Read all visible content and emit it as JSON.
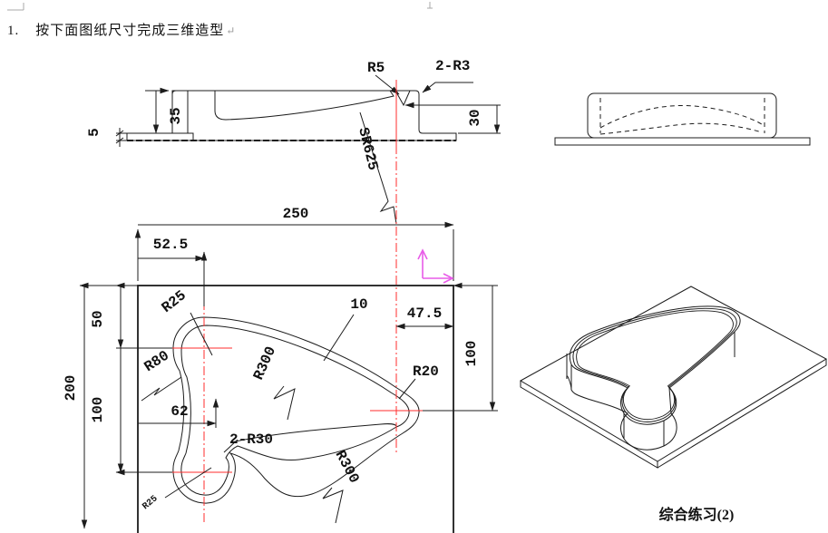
{
  "colors": {
    "line": "#1c1c1c",
    "red": "#ff2d2d",
    "magenta": "#e85ce8",
    "hatch_fill": "#cdefe9",
    "mark_gray": "#aaaaaa"
  },
  "heading": {
    "number": "1.",
    "text": "按下面图纸尺寸完成三维造型",
    "return_mark": "↵"
  },
  "caption": "综合练习(2)",
  "section_view": {
    "dim_5": "5",
    "dim_35": "35",
    "dim_30": "30",
    "label_r5": "R5",
    "label_2r3": "2-R3",
    "label_sr625": "SR625"
  },
  "end_view": {
    "style": "hidden-lines-dashed"
  },
  "plan_view": {
    "dim_250": "250",
    "dim_52_5": "52.5",
    "dim_50": "50",
    "dim_100_left": "100",
    "dim_200": "200",
    "dim_62": "62",
    "dim_10": "10",
    "dim_47_5": "47.5",
    "dim_100_right": "100",
    "label_r25_top": "R25",
    "label_r80": "R80",
    "label_r300_top": "R300",
    "label_2r30": "2-R30",
    "label_r300_bottom": "R300",
    "label_r25_bottom": "R25",
    "label_r20": "R20"
  }
}
